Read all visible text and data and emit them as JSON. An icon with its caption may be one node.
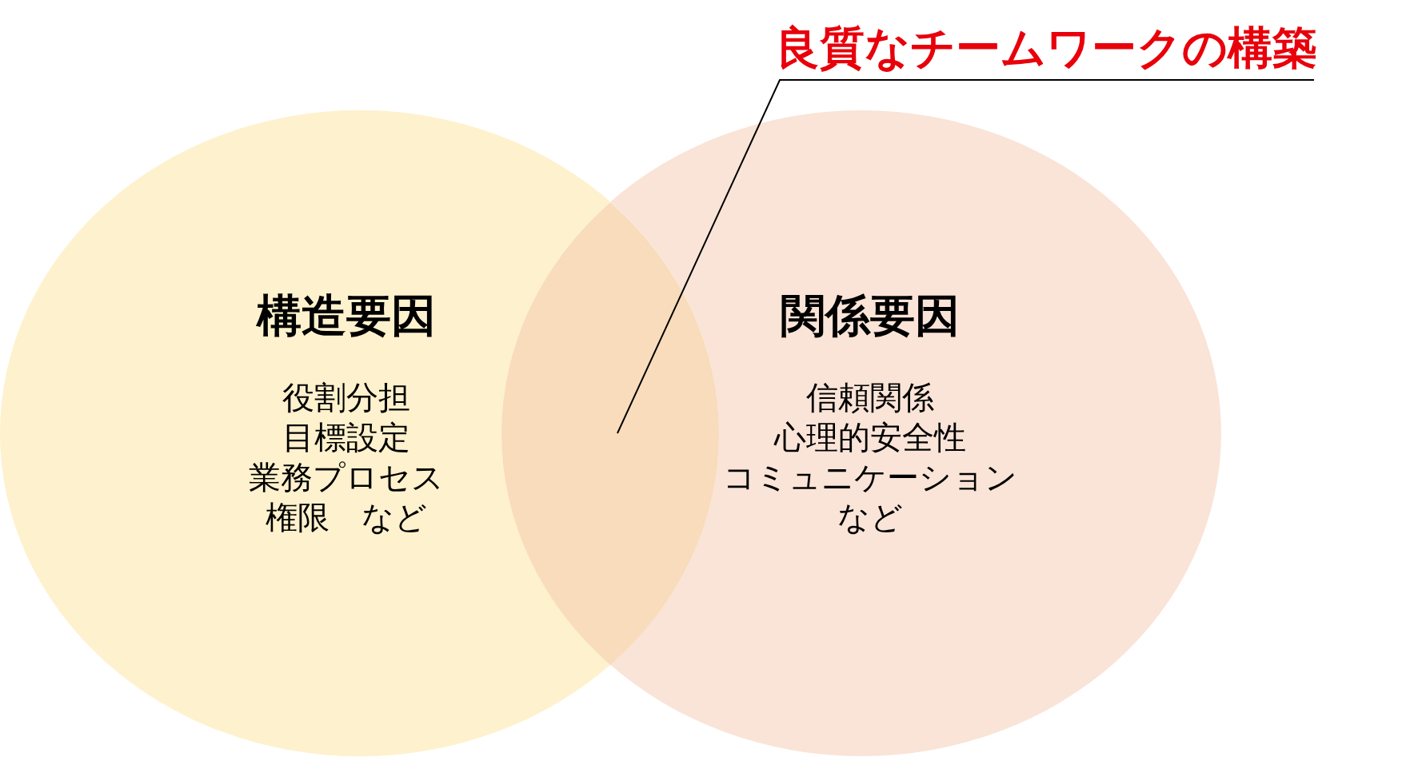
{
  "diagram": {
    "nodes": [
      {
        "text": [
          "良質なチームワークの構築"
        ]
      },
      {
        "text": [
          "構造要因",
          "役割分担",
          "目標設定",
          "業務プロセス",
          "権限　など"
        ]
      },
      {
        "text": [
          "関係要因",
          "信頼関係",
          "心理的安全性",
          "コミュニケーション",
          "など"
        ]
      },
      {
        "text": [],
        "shape": "lens"
      }
    ],
    "edges": [
      {
        "from": 0,
        "to": 3,
        "arrow": "none"
      }
    ]
  }
}
